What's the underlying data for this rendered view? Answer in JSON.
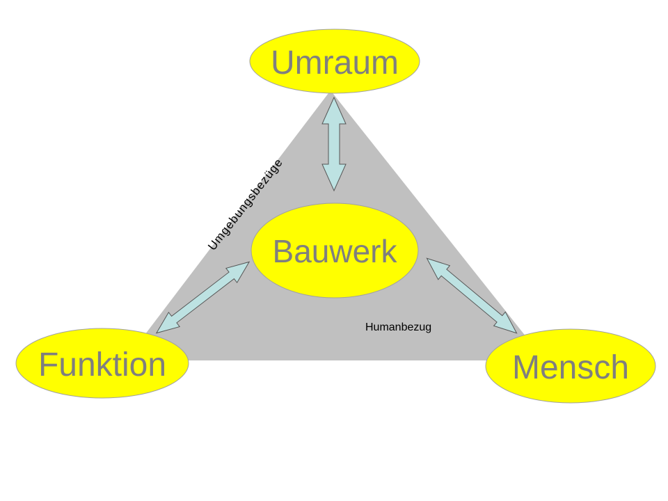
{
  "colors": {
    "triangle_fill": "#c0c0c0",
    "node_fill": "#ffff00",
    "node_stroke": "#a0a0a0",
    "arrow_fill": "#bde2e2",
    "arrow_stroke": "#555555",
    "node_text": "#7f7f7f"
  },
  "nodes": {
    "top": "Umraum",
    "center": "Bauwerk",
    "left": "Funktion",
    "right": "Mensch"
  },
  "edge_labels": {
    "left_side": "Umgebungsbezüge",
    "right_side": "Humanbezug"
  }
}
